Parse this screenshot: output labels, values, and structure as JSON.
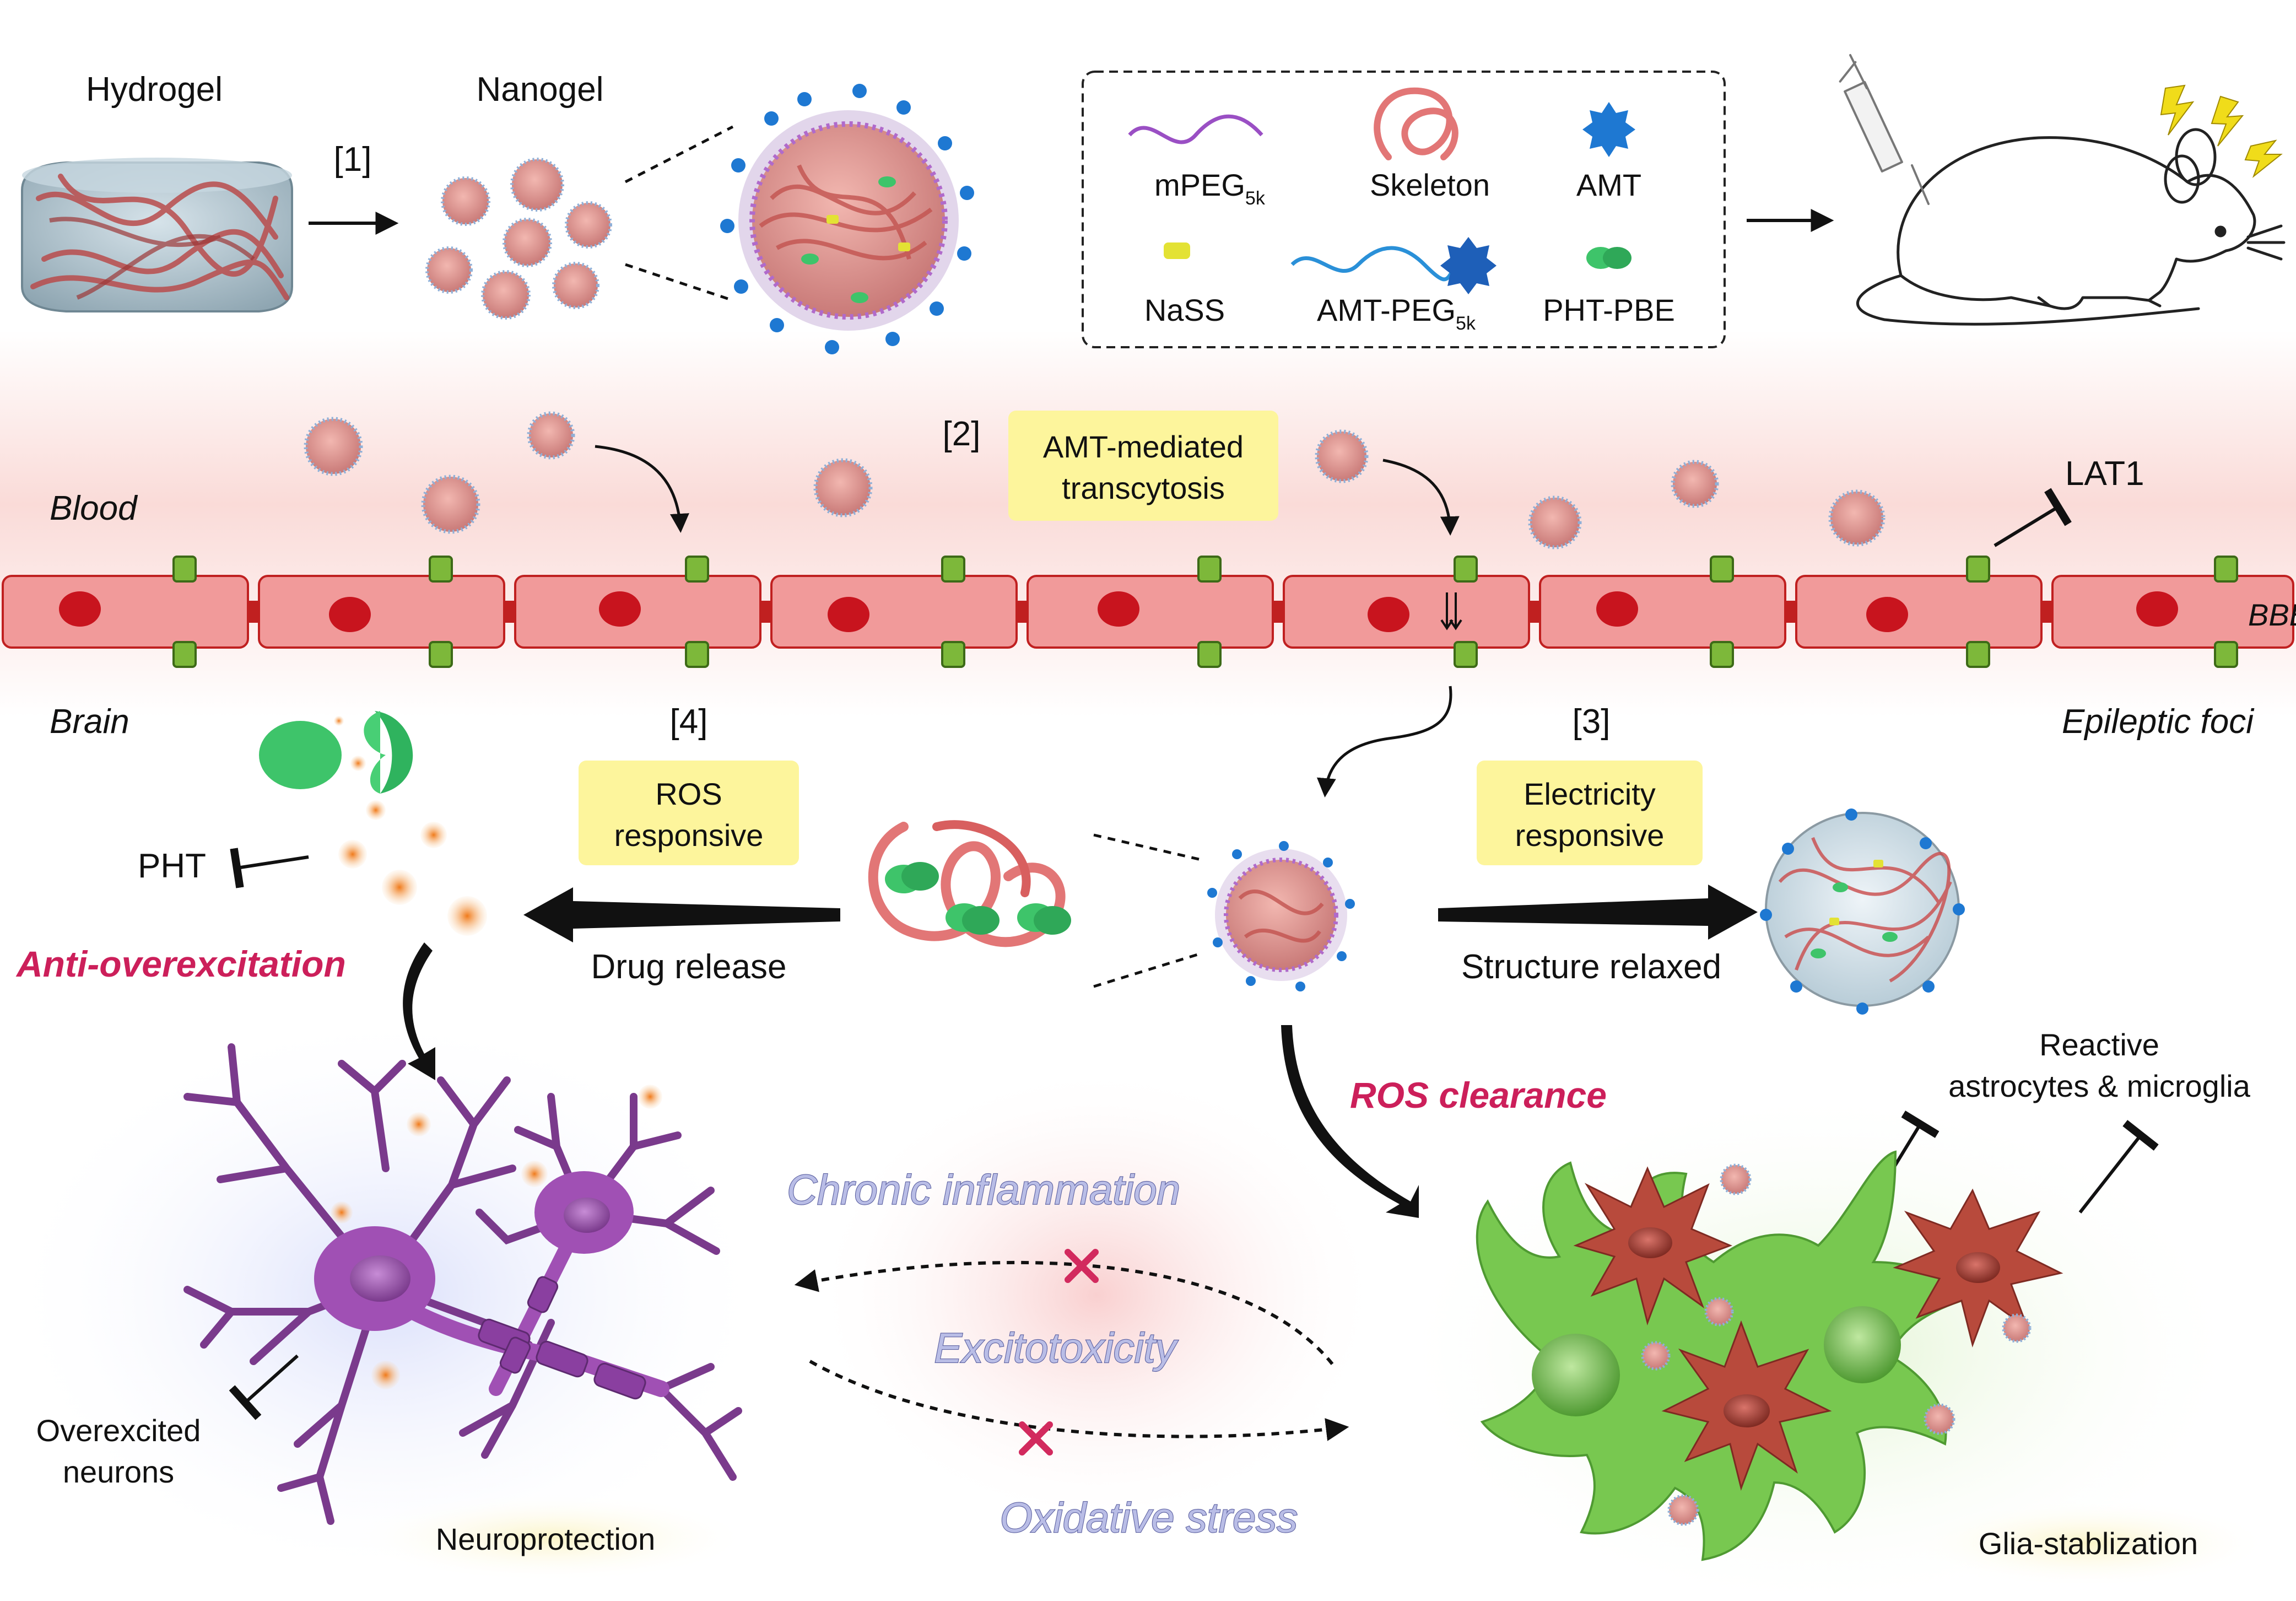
{
  "top": {
    "hydrogel": "Hydrogel",
    "nanogel": "Nanogel",
    "step1": "[1]"
  },
  "legend": {
    "mpeg": "mPEG",
    "mpeg_sub": "5k",
    "skeleton": "Skeleton",
    "amt": "AMT",
    "nass": "NaSS",
    "amt_peg": "AMT-PEG",
    "amt_peg_sub": "5k",
    "pht_pbe": "PHT-PBE"
  },
  "barrier": {
    "blood": "Blood",
    "step2": "[2]",
    "transcytosis_line1": "AMT-mediated",
    "transcytosis_line2": "transcytosis",
    "lat1": "LAT1",
    "bbb": "BBB",
    "brain": "Brain",
    "epileptic_foci": "Epileptic foci"
  },
  "release": {
    "step4": "[4]",
    "ros_line1": "ROS",
    "ros_line2": "responsive",
    "pht": "PHT",
    "drug_release": "Drug release",
    "anti_overexcitation": "Anti-overexcitation"
  },
  "relax": {
    "step3": "[3]",
    "elec_line1": "Electricity",
    "elec_line2": "responsive",
    "structure_relaxed": "Structure relaxed",
    "ros_clearance": "ROS clearance",
    "reactive_line1": "Reactive",
    "reactive_line2": "astrocytes & microglia"
  },
  "bottom": {
    "chronic_inflammation": "Chronic inflammation",
    "excitotoxicity": "Excitotoxicity",
    "oxidative_stress": "Oxidative stress",
    "overexcited_line1": "Overexcited",
    "overexcited_line2": "neurons",
    "neuroprotection": "Neuroprotection",
    "glia_stabilization": "Glia-stablization"
  },
  "colors": {
    "cell_fill": "#f19a9a",
    "cell_stroke": "#c02020",
    "nucleus": "#c8141e",
    "transporter": "#7db83a",
    "callout": "#fdf59c",
    "accent_magenta": "#cc1f5a",
    "neuron": "#a050b4",
    "astrocyte": "#78c850",
    "microglia": "#b84a3c",
    "pht_drug": "#3ec46a",
    "amt_blue": "#1e78d2"
  }
}
